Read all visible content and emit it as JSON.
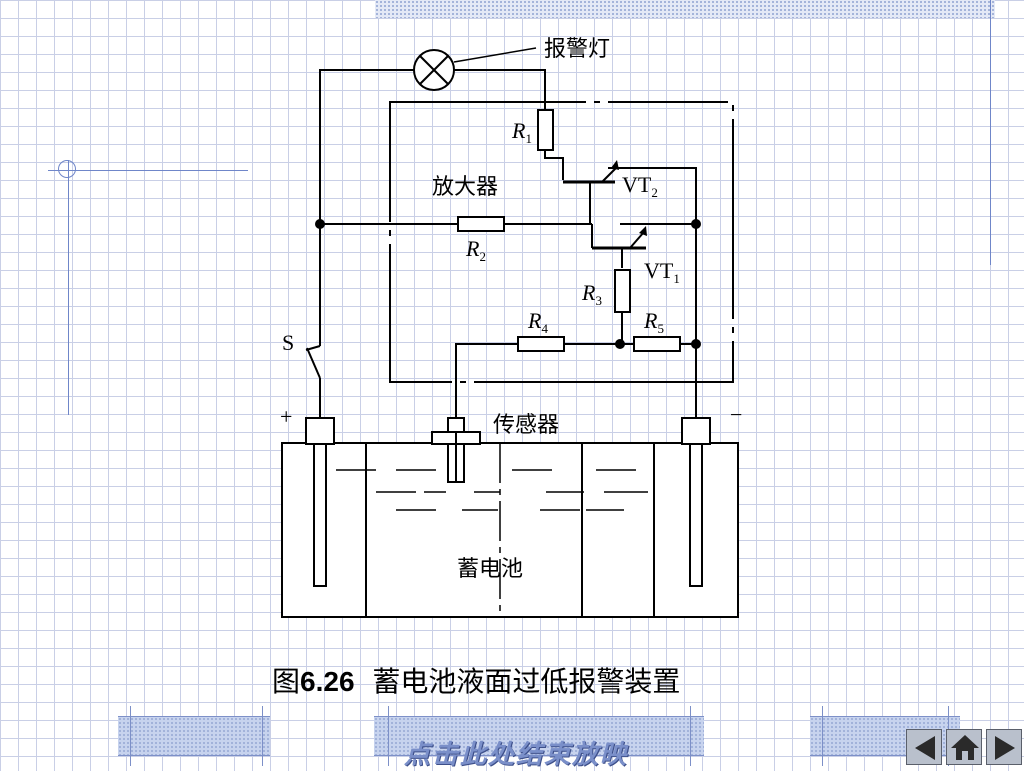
{
  "diagram": {
    "alarm_lamp_label": "报警灯",
    "amplifier_label": "放大器",
    "sensor_label": "传感器",
    "battery_label": "蓄电池",
    "switch_label": "S",
    "plus_label": "+",
    "minus_label": "−",
    "r1": {
      "letter": "R",
      "sub": "1"
    },
    "r2": {
      "letter": "R",
      "sub": "2"
    },
    "r3": {
      "letter": "R",
      "sub": "3"
    },
    "r4": {
      "letter": "R",
      "sub": "4"
    },
    "r5": {
      "letter": "R",
      "sub": "5"
    },
    "vt2": {
      "letter": "VT",
      "sub": "2"
    },
    "vt1": {
      "letter": "VT",
      "sub": "1"
    }
  },
  "caption": {
    "prefix": "图",
    "number": "6.26",
    "title": "蓄电池液面过低报警装置"
  },
  "footer": {
    "end_show_label": "点击此处结束放映"
  },
  "colors": {
    "grid": "#c9cfe6",
    "accent": "#6f86c9",
    "band": "#c7d3ee"
  },
  "nav_icons": [
    "prev-arrow-icon",
    "home-icon",
    "next-arrow-icon"
  ]
}
